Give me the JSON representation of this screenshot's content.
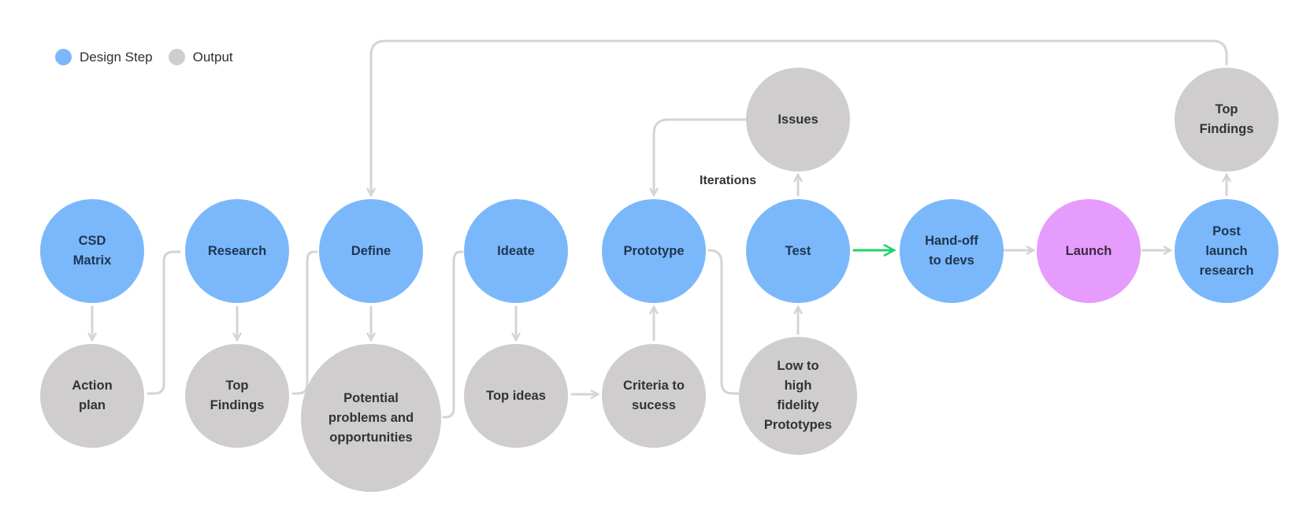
{
  "legend": {
    "items": [
      {
        "label": "Design Step",
        "color": "#7ab8fb"
      },
      {
        "label": "Output",
        "color": "#cfcdcd"
      }
    ]
  },
  "colors": {
    "design": "#7ab8fb",
    "output": "#cfcdcd",
    "launch": "#e59cfc",
    "connector": "#d4d4d4",
    "highlight_arrow": "#22d36a"
  },
  "iterations_label": "Iterations",
  "nodes": {
    "csd": {
      "label": "CSD\nMatrix",
      "kind": "design"
    },
    "action_plan": {
      "label": "Action\nplan",
      "kind": "output"
    },
    "research": {
      "label": "Research",
      "kind": "design"
    },
    "top_findings_1": {
      "label": "Top\nFindings",
      "kind": "output"
    },
    "define": {
      "label": "Define",
      "kind": "design"
    },
    "problems": {
      "label": "Potential\nproblems and\nopportunities",
      "kind": "output"
    },
    "ideate": {
      "label": "Ideate",
      "kind": "design"
    },
    "top_ideas": {
      "label": "Top ideas",
      "kind": "output"
    },
    "criteria": {
      "label": "Criteria to\nsucess",
      "kind": "output"
    },
    "prototype": {
      "label": "Prototype",
      "kind": "design"
    },
    "issues": {
      "label": "Issues",
      "kind": "output"
    },
    "test": {
      "label": "Test",
      "kind": "design"
    },
    "fidelity": {
      "label": "Low to\nhigh\nfidelity\nPrototypes",
      "kind": "output"
    },
    "handoff": {
      "label": "Hand-off\nto devs",
      "kind": "design"
    },
    "launch": {
      "label": "Launch",
      "kind": "launch"
    },
    "post_launch": {
      "label": "Post\nlaunch\nresearch",
      "kind": "design"
    },
    "top_findings_2": {
      "label": "Top\nFindings",
      "kind": "output"
    }
  }
}
